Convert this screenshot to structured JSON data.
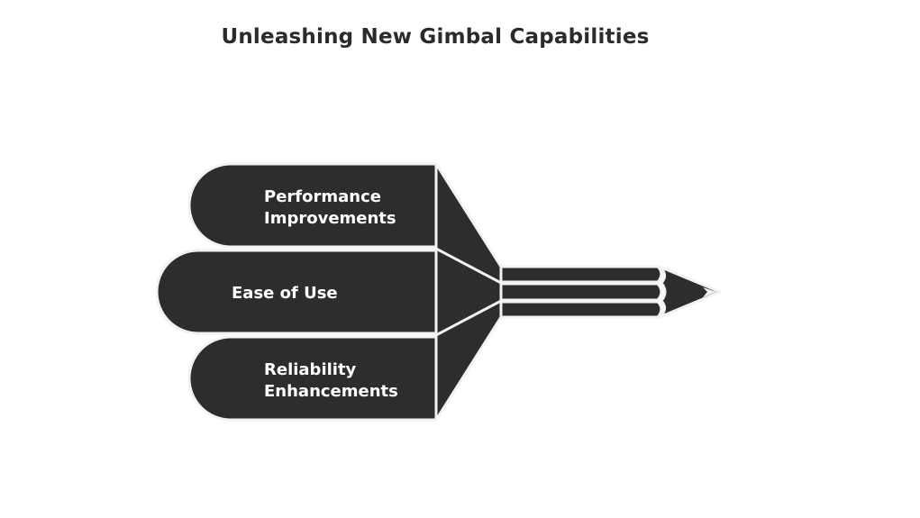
{
  "title": "Unleashing New Gimbal Capabilities",
  "items": [
    {
      "lines": [
        "Performance",
        "Improvements"
      ]
    },
    {
      "lines": [
        "Ease of Use"
      ]
    },
    {
      "lines": [
        "Reliability",
        "Enhancements"
      ]
    }
  ],
  "colors": {
    "shape_fill": "#2d2d2d",
    "outline": "#f2f2f2",
    "text": "#ffffff",
    "title": "#2b2b2b"
  }
}
